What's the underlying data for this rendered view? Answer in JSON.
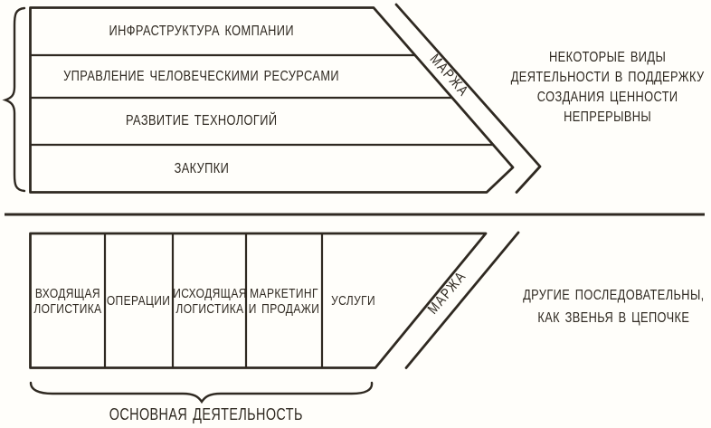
{
  "support_section": {
    "rows": [
      "ИНФРАСТРУКТУРА КОМПАНИИ",
      "УПРАВЛЕНИЕ ЧЕЛОВЕЧЕСКИМИ РЕСУРСАМИ",
      "РАЗВИТИЕ ТЕХНОЛОГИЙ",
      "ЗАКУПКИ"
    ],
    "margin_label": "МАРЖА",
    "annotation_lines": [
      "НЕКОТОРЫЕ ВИДЫ",
      "ДЕЯТЕЛЬНОСТИ В ПОДДЕРЖКУ",
      "СОЗДАНИЯ ЦЕННОСТИ",
      "НЕПРЕРЫВНЫ"
    ]
  },
  "primary_section": {
    "boxes": [
      {
        "lines": [
          "ВХОДЯЩАЯ",
          "ЛОГИСТИКА"
        ]
      },
      {
        "lines": [
          "ОПЕРАЦИИ"
        ]
      },
      {
        "lines": [
          "ИСХОДЯЩАЯ",
          "ЛОГИСТИКА"
        ]
      },
      {
        "lines": [
          "МАРКЕТИНГ",
          "И ПРОДАЖИ"
        ]
      },
      {
        "lines": [
          "УСЛУГИ"
        ]
      }
    ],
    "margin_label": "МАРЖА",
    "annotation_lines": [
      "ДРУГИЕ ПОСЛЕДОВАТЕЛЬНЫ,",
      "КАК ЗВЕНЬЯ В ЦЕПОЧКЕ"
    ],
    "brace_label": "ОСНОВНАЯ ДЕЯТЕЛЬНОСТЬ"
  },
  "colors": {
    "ink": "#2f2921",
    "background": "#fffefa"
  }
}
